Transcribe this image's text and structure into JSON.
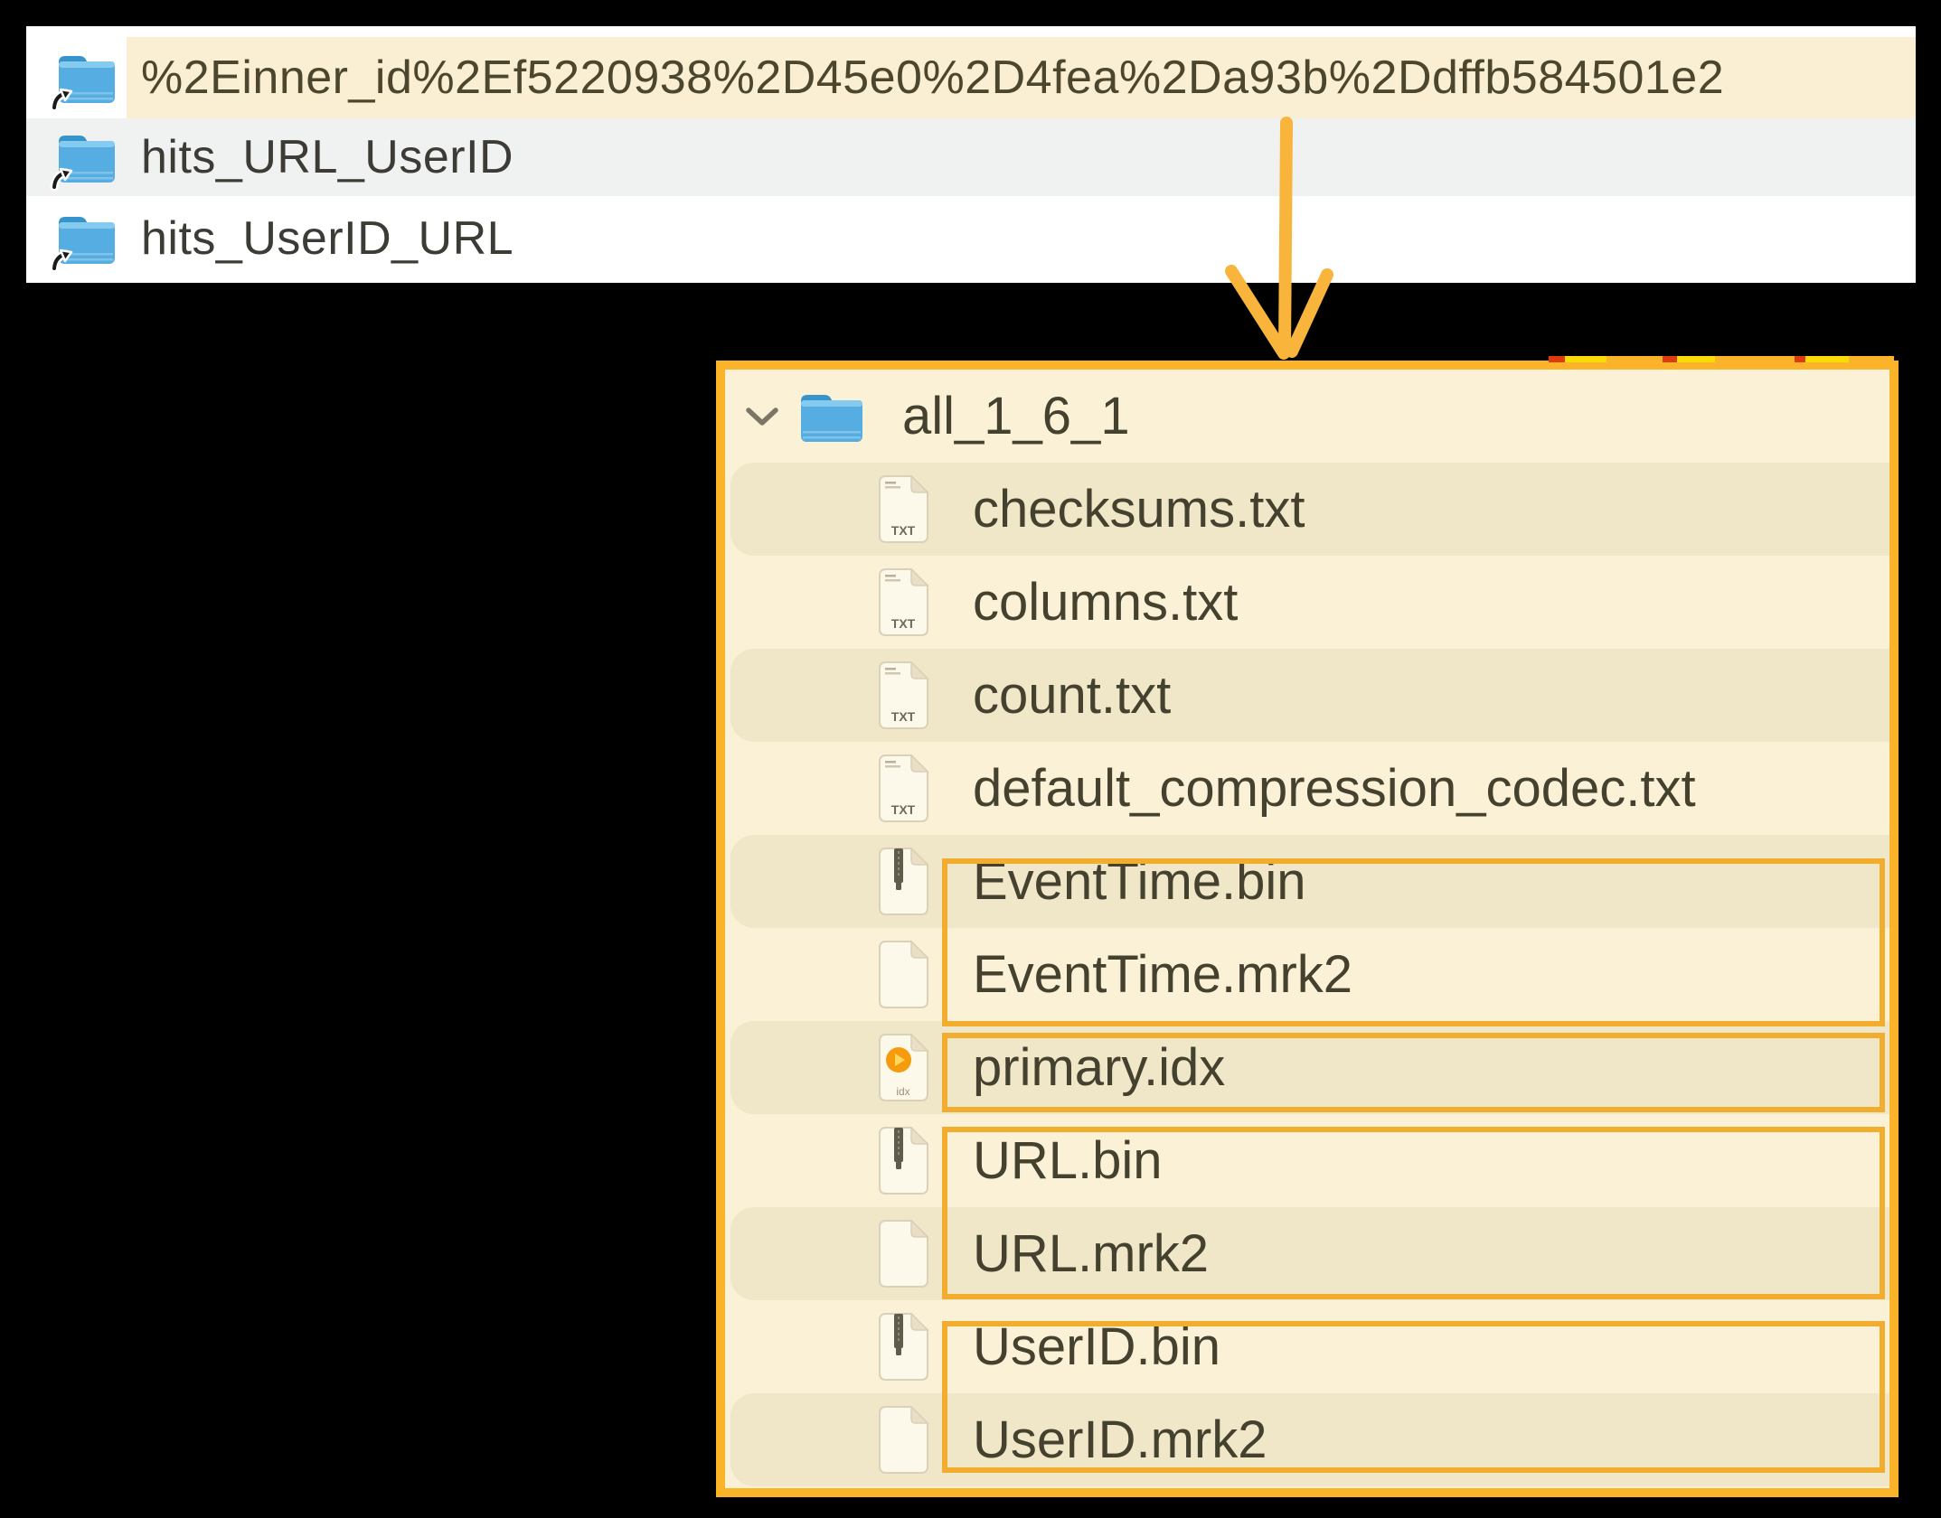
{
  "finder_panel": {
    "rows": [
      {
        "name": "%2Einner_id%2Ef5220938%2D45e0%2D4fea%2Da93b%2Ddffb584501e2",
        "highlighted": true,
        "icon": "alias-folder"
      },
      {
        "name": "hits_URL_UserID",
        "highlighted": false,
        "icon": "alias-folder"
      },
      {
        "name": "hits_UserID_URL",
        "highlighted": false,
        "icon": "alias-folder"
      }
    ]
  },
  "tree_panel": {
    "root_label": "all_1_6_1",
    "root_expanded": true,
    "files": [
      {
        "label": "checksums.txt",
        "type": "txt"
      },
      {
        "label": "columns.txt",
        "type": "txt"
      },
      {
        "label": "count.txt",
        "type": "txt"
      },
      {
        "label": "default_compression_codec.txt",
        "type": "txt"
      },
      {
        "label": "EventTime.bin",
        "type": "bin"
      },
      {
        "label": "EventTime.mrk2",
        "type": "mrk2"
      },
      {
        "label": "primary.idx",
        "type": "idx"
      },
      {
        "label": "URL.bin",
        "type": "bin"
      },
      {
        "label": "URL.mrk2",
        "type": "mrk2"
      },
      {
        "label": "UserID.bin",
        "type": "bin"
      },
      {
        "label": "UserID.mrk2",
        "type": "mrk2"
      }
    ],
    "txt_icon_label": "TXT",
    "idx_icon_label": "idx"
  },
  "colors": {
    "background": "#000000",
    "finder_bg": "#FFFFFF",
    "finder_alt_row": "#F0F2F1",
    "selection_highlight": "#FAEFD2",
    "panel_bg": "#FBF1D6",
    "panel_band": "#F0E6C8",
    "panel_border_orange": "#FBB32A",
    "annotation_box_orange": "#F3AD2E",
    "arrow_orange": "#F8B43B",
    "folder_blue": "#56ADE1",
    "folder_tab_blue": "#3794CB",
    "text_dark": "#3C3B36",
    "text_olive": "#45412F"
  }
}
